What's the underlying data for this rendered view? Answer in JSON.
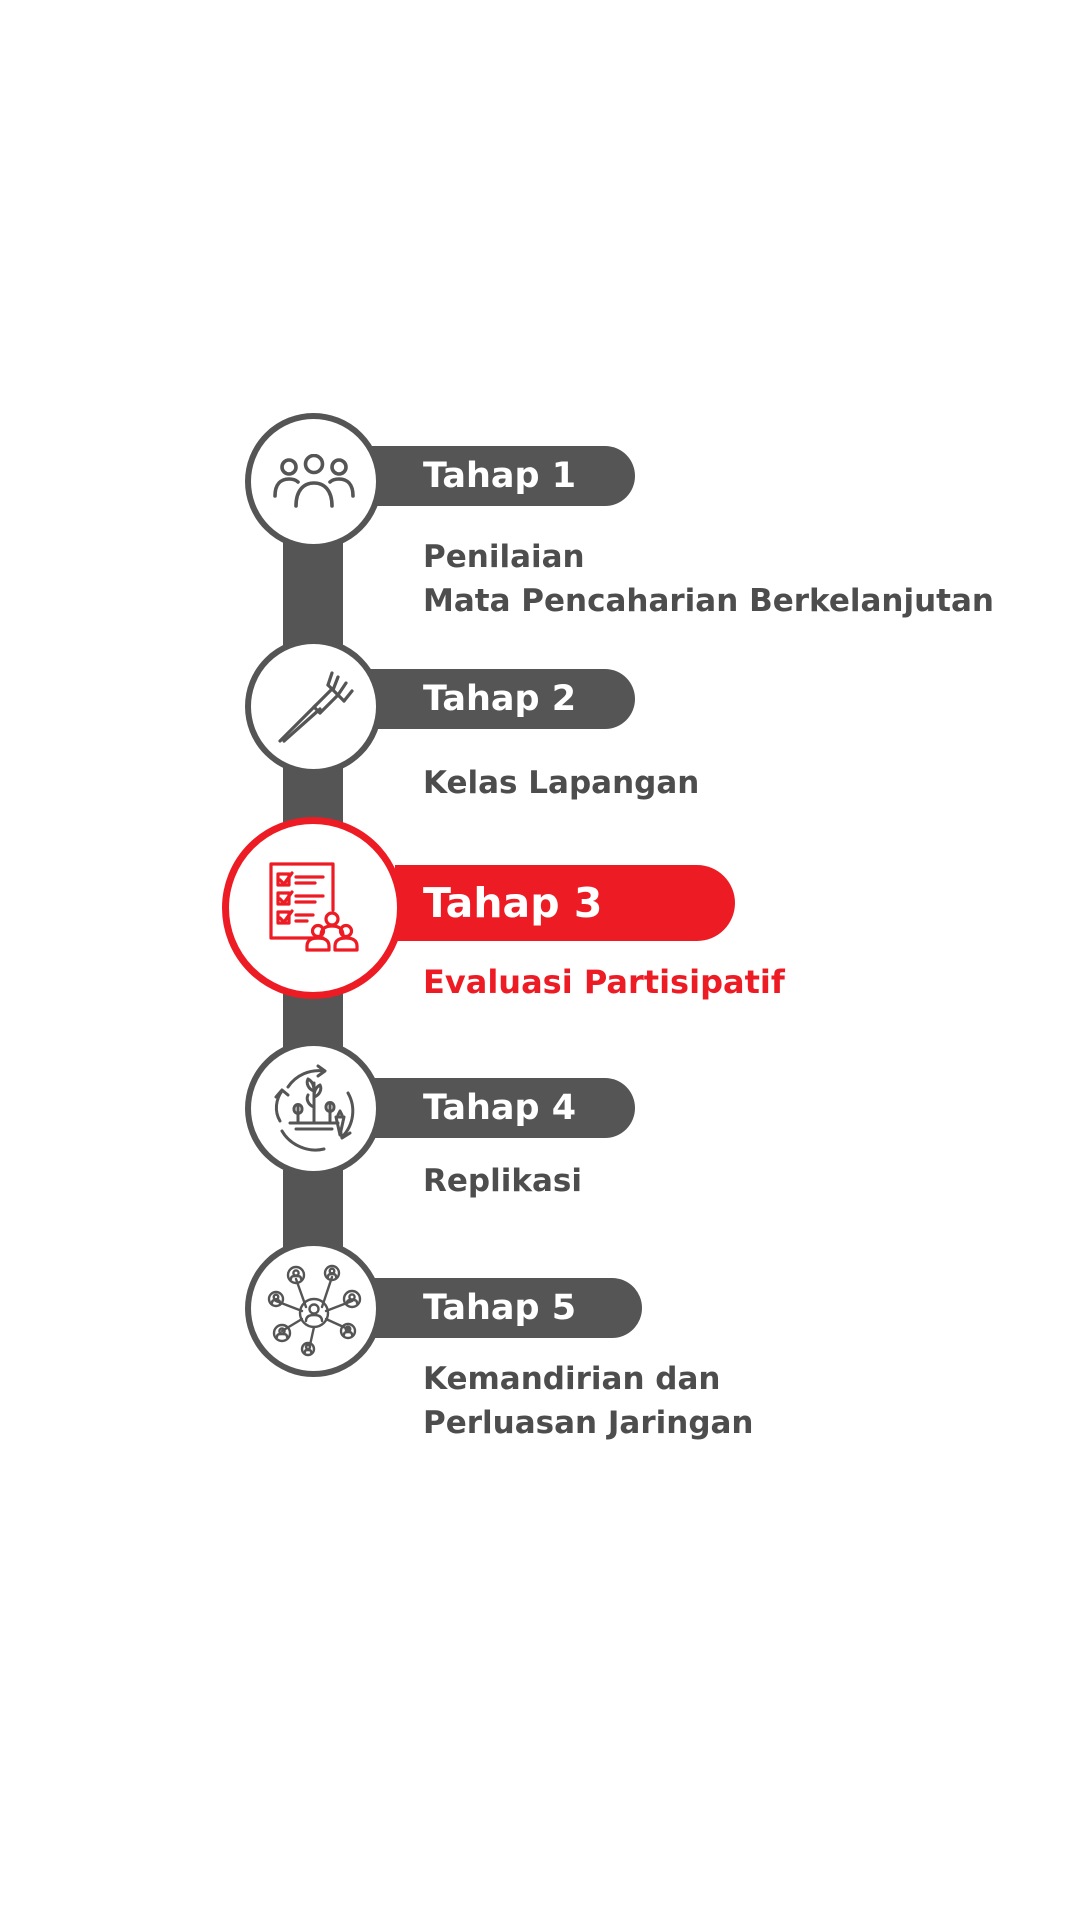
{
  "colors": {
    "dark": "#555555",
    "text": "#4d4d4d",
    "accent": "#ed1c24",
    "white": "#ffffff"
  },
  "steps": [
    {
      "label": "Tahap 1",
      "desc": [
        "Penilaian",
        "Mata Pencaharian Berkelanjutan"
      ],
      "icon": "people-group-icon",
      "active": false
    },
    {
      "label": "Tahap 2",
      "desc": [
        "Kelas Lapangan"
      ],
      "icon": "garden-fork-icon",
      "active": false
    },
    {
      "label": "Tahap 3",
      "desc": [
        "Evaluasi Partisipatif"
      ],
      "icon": "checklist-people-icon",
      "active": true
    },
    {
      "label": "Tahap 4",
      "desc": [
        "Replikasi"
      ],
      "icon": "crop-cycle-icon",
      "active": false
    },
    {
      "label": "Tahap 5",
      "desc": [
        "Kemandirian dan",
        "Perluasan Jaringan"
      ],
      "icon": "people-network-icon",
      "active": false
    }
  ]
}
